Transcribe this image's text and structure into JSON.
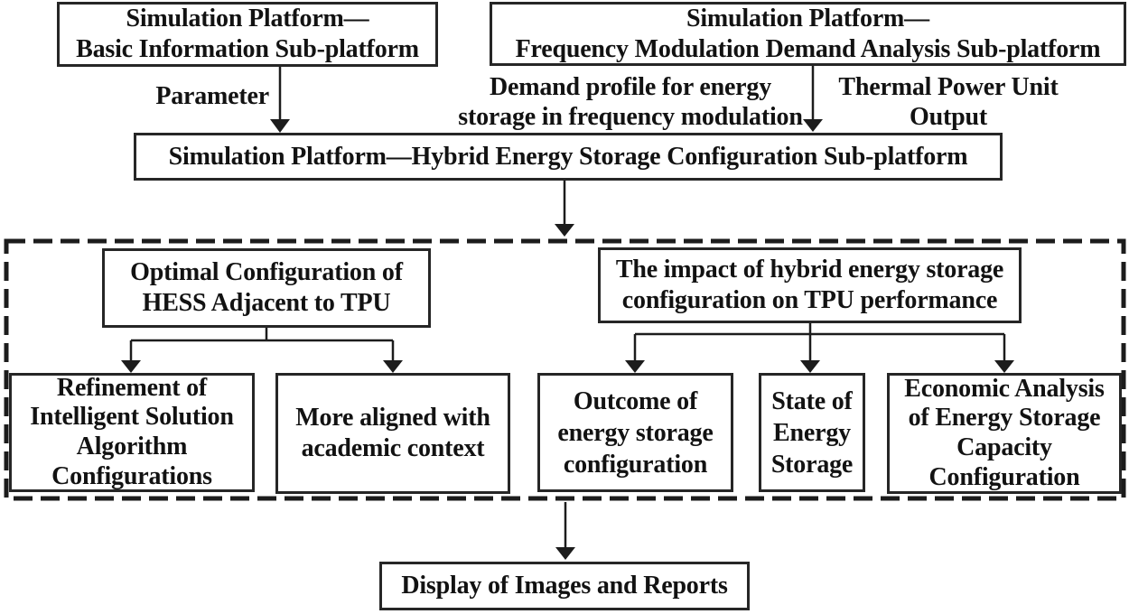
{
  "colors": {
    "ink": "#121212",
    "line": "#1c1c1c",
    "background": "#ffffff"
  },
  "nodes": {
    "basic_info": {
      "label": "Simulation Platform—\nBasic Information Sub-platform"
    },
    "fm_demand": {
      "label": "Simulation Platform—\nFrequency Modulation Demand Analysis Sub-platform"
    },
    "hess_config": {
      "label": "Simulation Platform—Hybrid Energy Storage Configuration Sub-platform"
    },
    "optimal_config": {
      "label": "Optimal Configuration of\nHESS Adjacent to TPU"
    },
    "impact": {
      "label": "The impact of hybrid energy storage\nconfiguration on TPU performance"
    },
    "refinement": {
      "label": "Refinement of\nIntelligent Solution\nAlgorithm\nConfigurations"
    },
    "academic": {
      "label": "More aligned with\nacademic context"
    },
    "outcome": {
      "label": "Outcome of\nenergy storage\nconfiguration"
    },
    "state": {
      "label": "State of\nEnergy\nStorage"
    },
    "economic": {
      "label": "Economic Analysis\nof Energy Storage\nCapacity\nConfiguration"
    },
    "display": {
      "label": "Display of Images and Reports"
    }
  },
  "edge_labels": {
    "parameter": "Parameter",
    "demand_profile": "Demand profile for energy\nstorage in frequency modulation",
    "thermal_output": "Thermal Power Unit\nOutput"
  }
}
